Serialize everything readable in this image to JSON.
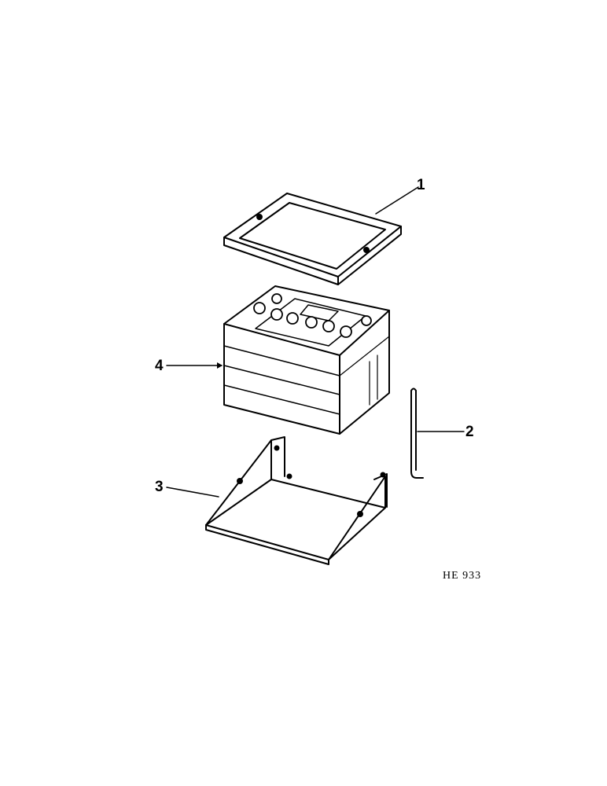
{
  "diagram": {
    "type": "exploded-parts-view",
    "subject": "Battery assembly",
    "colors": {
      "ink": "#000000",
      "paper": "#ffffff"
    },
    "parts": [
      {
        "callout": "1",
        "part": "battery-hold-down-frame"
      },
      {
        "callout": "2",
        "part": "hold-down-j-bolt"
      },
      {
        "callout": "3",
        "part": "battery-tray"
      },
      {
        "callout": "4",
        "part": "battery"
      }
    ],
    "figure_ref": "HE 933"
  }
}
